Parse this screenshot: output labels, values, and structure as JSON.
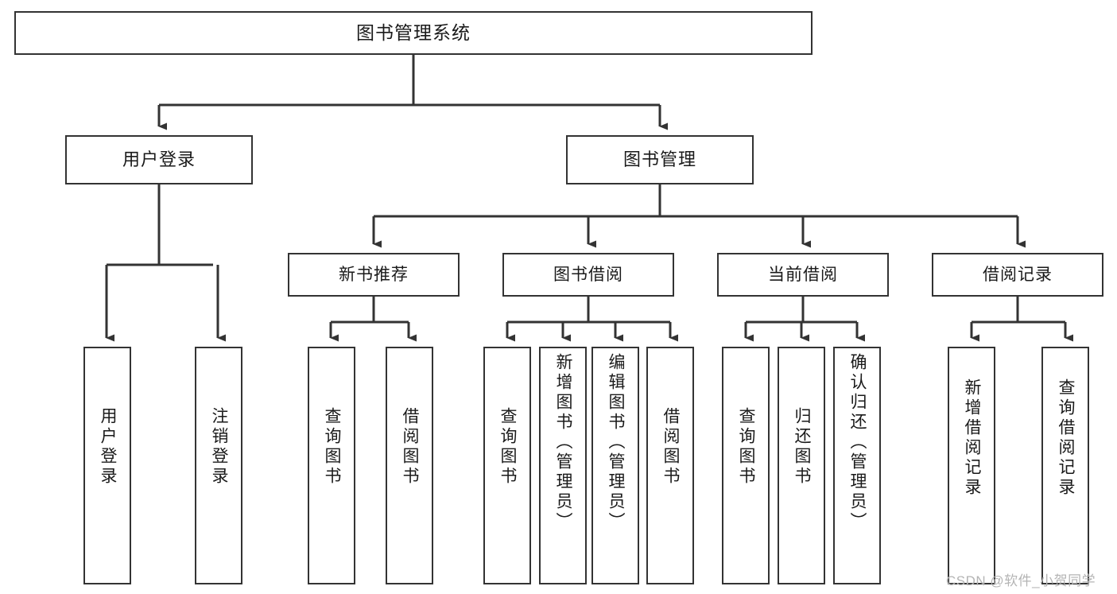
{
  "diagram": {
    "title": "图书管理系统",
    "type": "functional-structure-tree",
    "root": {
      "label": "图书管理系统"
    },
    "level2": [
      {
        "label": "用户登录"
      },
      {
        "label": "图书管理"
      }
    ],
    "level3": [
      {
        "label": "新书推荐"
      },
      {
        "label": "图书借阅"
      },
      {
        "label": "当前借阅"
      },
      {
        "label": "借阅记录"
      }
    ],
    "leaves": [
      {
        "label": "用户登录"
      },
      {
        "label": "注销登录"
      },
      {
        "label": "查询图书"
      },
      {
        "label": "借阅图书"
      },
      {
        "label": "查询图书"
      },
      {
        "label": "新增图书（管理员）"
      },
      {
        "label": "编辑图书（管理员）"
      },
      {
        "label": "借阅图书"
      },
      {
        "label": "查询图书"
      },
      {
        "label": "归还图书"
      },
      {
        "label": "确认归还（管理员）"
      },
      {
        "label": "新增借阅记录"
      },
      {
        "label": "查询借阅记录"
      }
    ]
  },
  "watermark": {
    "text": "CSDN @软件_小贺同学"
  },
  "colors": {
    "stroke": "#333333",
    "fill": "#ffffff",
    "text": "#1a1a1a",
    "watermark": "#b4b4b4"
  }
}
